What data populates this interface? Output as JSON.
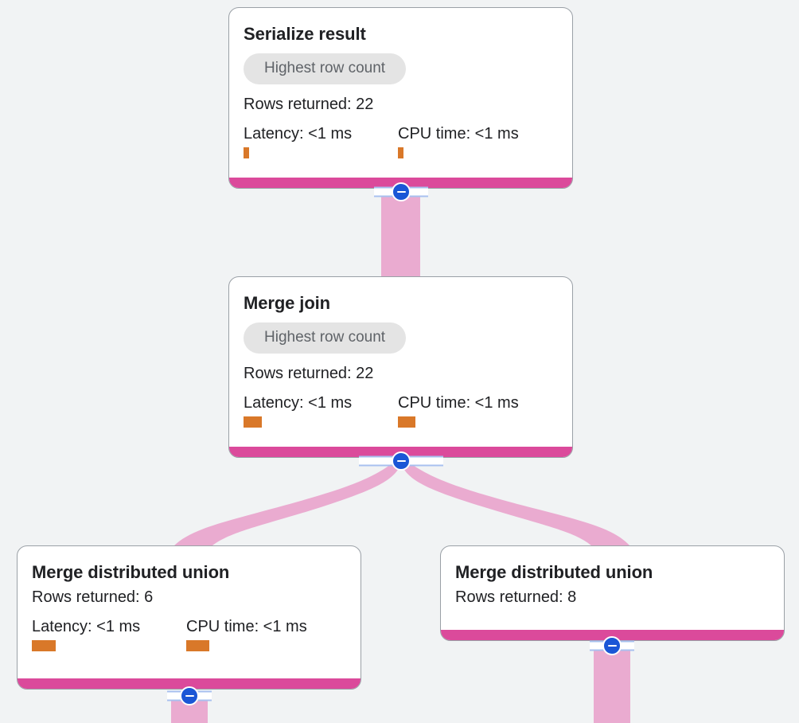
{
  "graph": {
    "background_color": "#f1f3f4",
    "accent_color": "#db4a9b",
    "edge_color": "#eaabd0",
    "metric_bar_color": "#d97829",
    "toggle_color": "#1a56d6",
    "badge_bg_color": "#e4e4e4",
    "badge_text_color": "#5f6368"
  },
  "nodes": [
    {
      "id": "serialize-result",
      "title": "Serialize result",
      "badge": "Highest row count",
      "rows": "Rows returned: 22",
      "latency_label": "Latency: <1 ms",
      "cpu_label": "CPU time: <1 ms",
      "latency_bar_width": 7,
      "cpu_bar_width": 7
    },
    {
      "id": "merge-join",
      "title": "Merge join",
      "badge": "Highest row count",
      "rows": "Rows returned: 22",
      "latency_label": "Latency: <1 ms",
      "cpu_label": "CPU time: <1 ms",
      "latency_bar_width": 23,
      "cpu_bar_width": 22
    },
    {
      "id": "merge-distributed-union-left",
      "title": "Merge distributed union",
      "rows": "Rows returned: 6",
      "latency_label": "Latency: <1 ms",
      "cpu_label": "CPU time: <1 ms",
      "latency_bar_width": 30,
      "cpu_bar_width": 29
    },
    {
      "id": "merge-distributed-union-right",
      "title": "Merge distributed union",
      "rows": "Rows returned: 8"
    }
  ],
  "toggles": [
    {
      "id": "toggle-serialize-result",
      "icon": "minus-icon"
    },
    {
      "id": "toggle-merge-join",
      "icon": "minus-icon"
    },
    {
      "id": "toggle-merge-distributed-union-left",
      "icon": "minus-icon"
    },
    {
      "id": "toggle-merge-distributed-union-right",
      "icon": "minus-icon"
    }
  ]
}
